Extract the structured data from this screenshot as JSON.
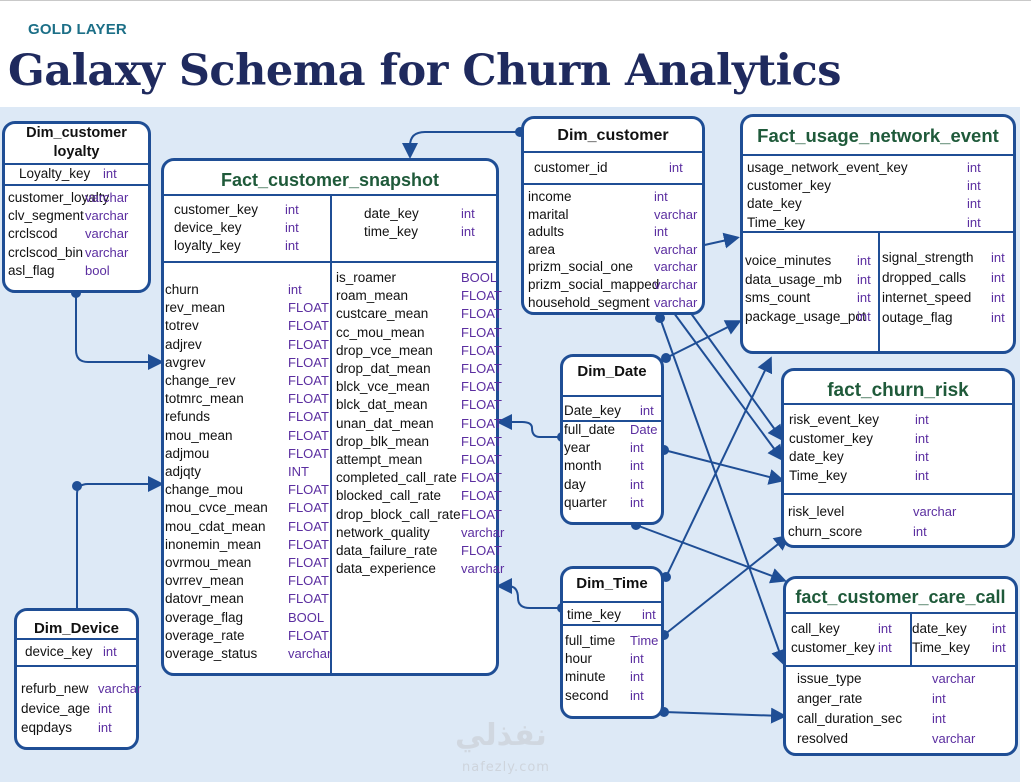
{
  "header": {
    "eyebrow": "GOLD LAYER",
    "title": "Galaxy Schema for Churn Analytics"
  },
  "watermark": {
    "arabic": "نفذلي",
    "latin": "nafezly.com"
  },
  "colors": {
    "border": "#1f4e95",
    "type_text": "#5b2ea0",
    "fact_title": "#1f5a3a",
    "eyebrow": "#1c6f87",
    "title": "#1f2a5e",
    "canvas": "#dde9f6"
  },
  "tables": {
    "dim_loyalty": {
      "title": "Dim_customer loyalty",
      "key": [
        "Loyalty_key",
        "int"
      ],
      "rows": [
        [
          "customer_loyalty",
          "varchar"
        ],
        [
          "clv_segment",
          "varchar"
        ],
        [
          "crclscod",
          "varchar"
        ],
        [
          "crclscod_bin",
          "varchar"
        ],
        [
          "asl_flag",
          "bool"
        ]
      ]
    },
    "fact_snapshot": {
      "title": "Fact_customer_snapshot",
      "keys_left": [
        [
          "customer_key",
          "int"
        ],
        [
          "device_key",
          "int"
        ],
        [
          "loyalty_key",
          "int"
        ]
      ],
      "keys_right": [
        [
          "date_key",
          "int"
        ],
        [
          "time_key",
          "int"
        ]
      ],
      "rows_left": [
        [
          "churn",
          "int"
        ],
        [
          "rev_mean",
          "FLOAT"
        ],
        [
          "totrev",
          "FLOAT"
        ],
        [
          "adjrev",
          "FLOAT"
        ],
        [
          "avgrev",
          "FLOAT"
        ],
        [
          "change_rev",
          "FLOAT"
        ],
        [
          "totmrc_mean",
          "FLOAT"
        ],
        [
          "refunds",
          "FLOAT"
        ],
        [
          "mou_mean",
          "FLOAT"
        ],
        [
          "adjmou",
          "FLOAT"
        ],
        [
          "adjqty",
          "INT"
        ],
        [
          "change_mou",
          "FLOAT"
        ],
        [
          "mou_cvce_mean",
          "FLOAT"
        ],
        [
          "mou_cdat_mean",
          "FLOAT"
        ],
        [
          "inonemin_mean",
          "FLOAT"
        ],
        [
          "ovrmou_mean",
          "FLOAT"
        ],
        [
          "ovrrev_mean",
          "FLOAT"
        ],
        [
          "datovr_mean",
          "FLOAT"
        ],
        [
          "overage_flag",
          "BOOL"
        ],
        [
          "overage_rate",
          "FLOAT"
        ],
        [
          "overage_status",
          "varchar"
        ]
      ],
      "rows_right": [
        [
          "is_roamer",
          "BOOL"
        ],
        [
          "roam_mean",
          "FLOAT"
        ],
        [
          "custcare_mean",
          "FLOAT"
        ],
        [
          "cc_mou_mean",
          "FLOAT"
        ],
        [
          "drop_vce_mean",
          "FLOAT"
        ],
        [
          "drop_dat_mean",
          "FLOAT"
        ],
        [
          "blck_vce_mean",
          "FLOAT"
        ],
        [
          "blck_dat_mean",
          "FLOAT"
        ],
        [
          "unan_dat_mean",
          "FLOAT"
        ],
        [
          "drop_blk_mean",
          "FLOAT"
        ],
        [
          "attempt_mean",
          "FLOAT"
        ],
        [
          "completed_call_rate",
          "FLOAT"
        ],
        [
          "blocked_call_rate",
          "FLOAT"
        ],
        [
          "drop_block_call_rate",
          "FLOAT"
        ],
        [
          "network_quality",
          "varchar"
        ],
        [
          "data_failure_rate",
          "FLOAT"
        ],
        [
          "data_experience",
          "varchar"
        ]
      ]
    },
    "dim_device": {
      "title": "Dim_Device",
      "key": [
        "device_key",
        "int"
      ],
      "rows": [
        [
          "refurb_new",
          "varchar"
        ],
        [
          "device_age",
          "int"
        ],
        [
          "eqpdays",
          "int"
        ]
      ]
    },
    "dim_customer": {
      "title": "Dim_customer",
      "key": [
        "customer_id",
        "int"
      ],
      "rows": [
        [
          "income",
          "int"
        ],
        [
          "marital",
          "varchar"
        ],
        [
          "adults",
          "int"
        ],
        [
          "area",
          "varchar"
        ],
        [
          "prizm_social_one",
          "varchar"
        ],
        [
          "prizm_social_mapped",
          "varchar"
        ],
        [
          "household_segment",
          "varchar"
        ]
      ]
    },
    "dim_date": {
      "title": "Dim_Date",
      "key": [
        "Date_key",
        "int"
      ],
      "rows": [
        [
          "full_date",
          "Date"
        ],
        [
          "year",
          "int"
        ],
        [
          "month",
          "int"
        ],
        [
          "day",
          "int"
        ],
        [
          "quarter",
          "int"
        ]
      ]
    },
    "dim_time": {
      "title": "Dim_Time",
      "key": [
        "time_key",
        "int"
      ],
      "rows": [
        [
          "full_time",
          "Time"
        ],
        [
          "hour",
          "int"
        ],
        [
          "minute",
          "int"
        ],
        [
          "second",
          "int"
        ]
      ]
    },
    "fact_usage": {
      "title": "Fact_usage_network_event",
      "keys": [
        [
          "usage_network_event_key",
          "int"
        ],
        [
          "customer_key",
          "int"
        ],
        [
          "date_key",
          "int"
        ],
        [
          "Time_key",
          "int"
        ]
      ],
      "rows_left": [
        [
          "voice_minutes",
          "int"
        ],
        [
          "data_usage_mb",
          "int"
        ],
        [
          "sms_count",
          "int"
        ],
        [
          "package_usage_pct",
          "int"
        ]
      ],
      "rows_right": [
        [
          "signal_strength",
          "int"
        ],
        [
          "dropped_calls",
          "int"
        ],
        [
          "internet_speed",
          "int"
        ],
        [
          "outage_flag",
          "int"
        ]
      ]
    },
    "fact_churn": {
      "title": "fact_churn_risk",
      "keys": [
        [
          "risk_event_key",
          "int"
        ],
        [
          "customer_key",
          "int"
        ],
        [
          "date_key",
          "int"
        ],
        [
          "Time_key",
          "int"
        ]
      ],
      "rows": [
        [
          "risk_level",
          "varchar"
        ],
        [
          "churn_score",
          "int"
        ]
      ]
    },
    "fact_care": {
      "title": "fact_customer_care_call",
      "keys_left": [
        [
          "call_key",
          "int"
        ],
        [
          "customer_key",
          "int"
        ]
      ],
      "keys_right": [
        [
          "date_key",
          "int"
        ],
        [
          "Time_key",
          "int"
        ]
      ],
      "rows": [
        [
          "issue_type",
          "varchar"
        ],
        [
          "anger_rate",
          "int"
        ],
        [
          "call_duration_sec",
          "int"
        ],
        [
          "resolved",
          "varchar"
        ]
      ]
    }
  }
}
